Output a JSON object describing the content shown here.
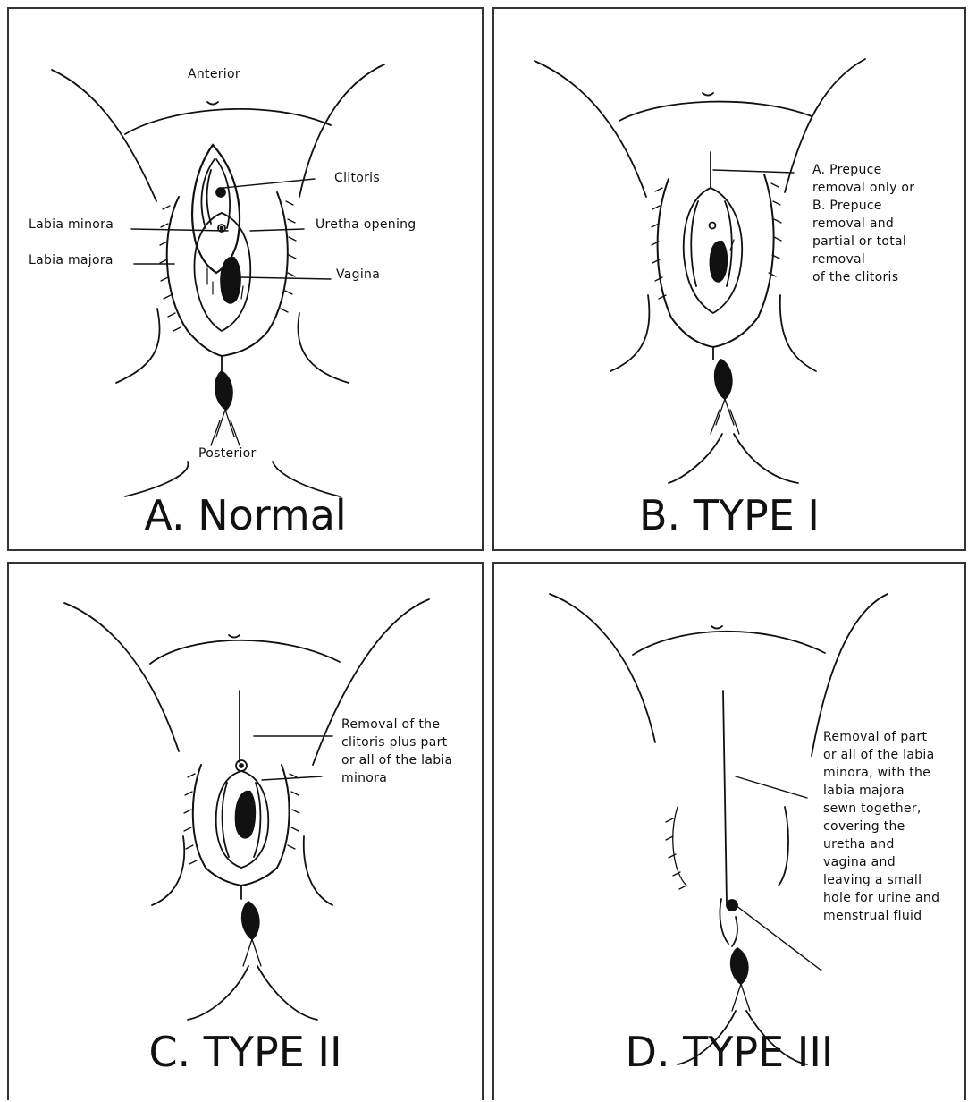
{
  "panels": {
    "a": {
      "title": "A. Normal",
      "anterior": "Anterior",
      "posterior": "Posterior",
      "clitoris": "Clitoris",
      "labia_minora": "Labia minora",
      "urethra_opening": "Uretha opening",
      "labia_majora": "Labia majora",
      "vagina": "Vagina"
    },
    "b": {
      "title": "B. TYPE I",
      "note_lines": [
        "A. Prepuce",
        "removal only or",
        "B. Prepuce",
        "removal and",
        "partial or total",
        "removal",
        "of the clitoris"
      ]
    },
    "c": {
      "title": "C. TYPE II",
      "note_lines": [
        "Removal of the",
        "clitoris plus part",
        "or all of the labia",
        "minora"
      ]
    },
    "d": {
      "title": "D. TYPE III",
      "note_lines": [
        "Removal of part",
        "or all of the labia",
        "minora, with the",
        "labia majora",
        "sewn together,",
        "covering the",
        "uretha and",
        "vagina and",
        "leaving a small",
        "hole for urine and",
        "menstrual fluid"
      ]
    }
  }
}
